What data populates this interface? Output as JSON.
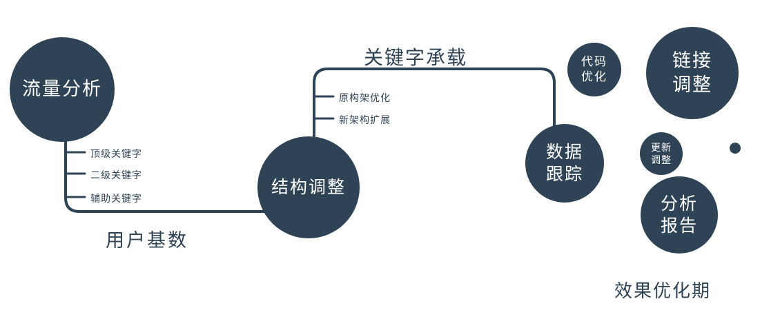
{
  "colors": {
    "primary": "#2e4355",
    "text": "#2e4355",
    "node_text": "#ffffff"
  },
  "nodes": {
    "traffic": {
      "label": "流量分析"
    },
    "structure": {
      "label": "结构调整"
    },
    "tracking": {
      "label": "数据\n跟踪"
    },
    "code": {
      "label": "代码\n优化"
    },
    "link": {
      "label": "链接\n调整"
    },
    "update": {
      "label": "更新\n调整"
    },
    "report": {
      "label": "分析\n报告"
    }
  },
  "edges": {
    "user_base": "用户基数",
    "keyword_carry": "关键字承载"
  },
  "branches": {
    "traffic": [
      "顶级关键字",
      "二级关键字",
      "辅助关键字"
    ],
    "structure": [
      "原构架优化",
      "新架构扩展"
    ]
  },
  "caption": "效果优化期"
}
